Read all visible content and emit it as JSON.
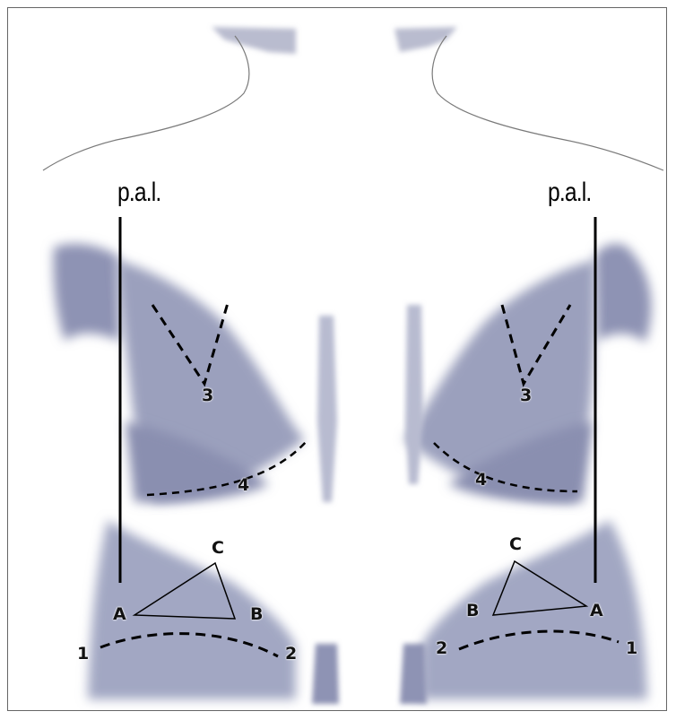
{
  "left_figure": {
    "reference_line_label": "p.a.l.",
    "region_labels": {
      "r1": "1",
      "r2": "2",
      "r3": "3",
      "r4": "4"
    },
    "triangle_labels": {
      "a": "A",
      "b": "B",
      "c": "C"
    }
  },
  "right_figure": {
    "reference_line_label": "p.a.l.",
    "region_labels": {
      "r1": "1",
      "r2": "2",
      "r3": "3",
      "r4": "4"
    },
    "triangle_labels": {
      "a": "A",
      "b": "B",
      "c": "C"
    }
  },
  "colors": {
    "skin_shade": "#8e93b4",
    "skin_light": "#d4d6e6",
    "ink": "#000000",
    "outline": "#6e6e6e"
  }
}
